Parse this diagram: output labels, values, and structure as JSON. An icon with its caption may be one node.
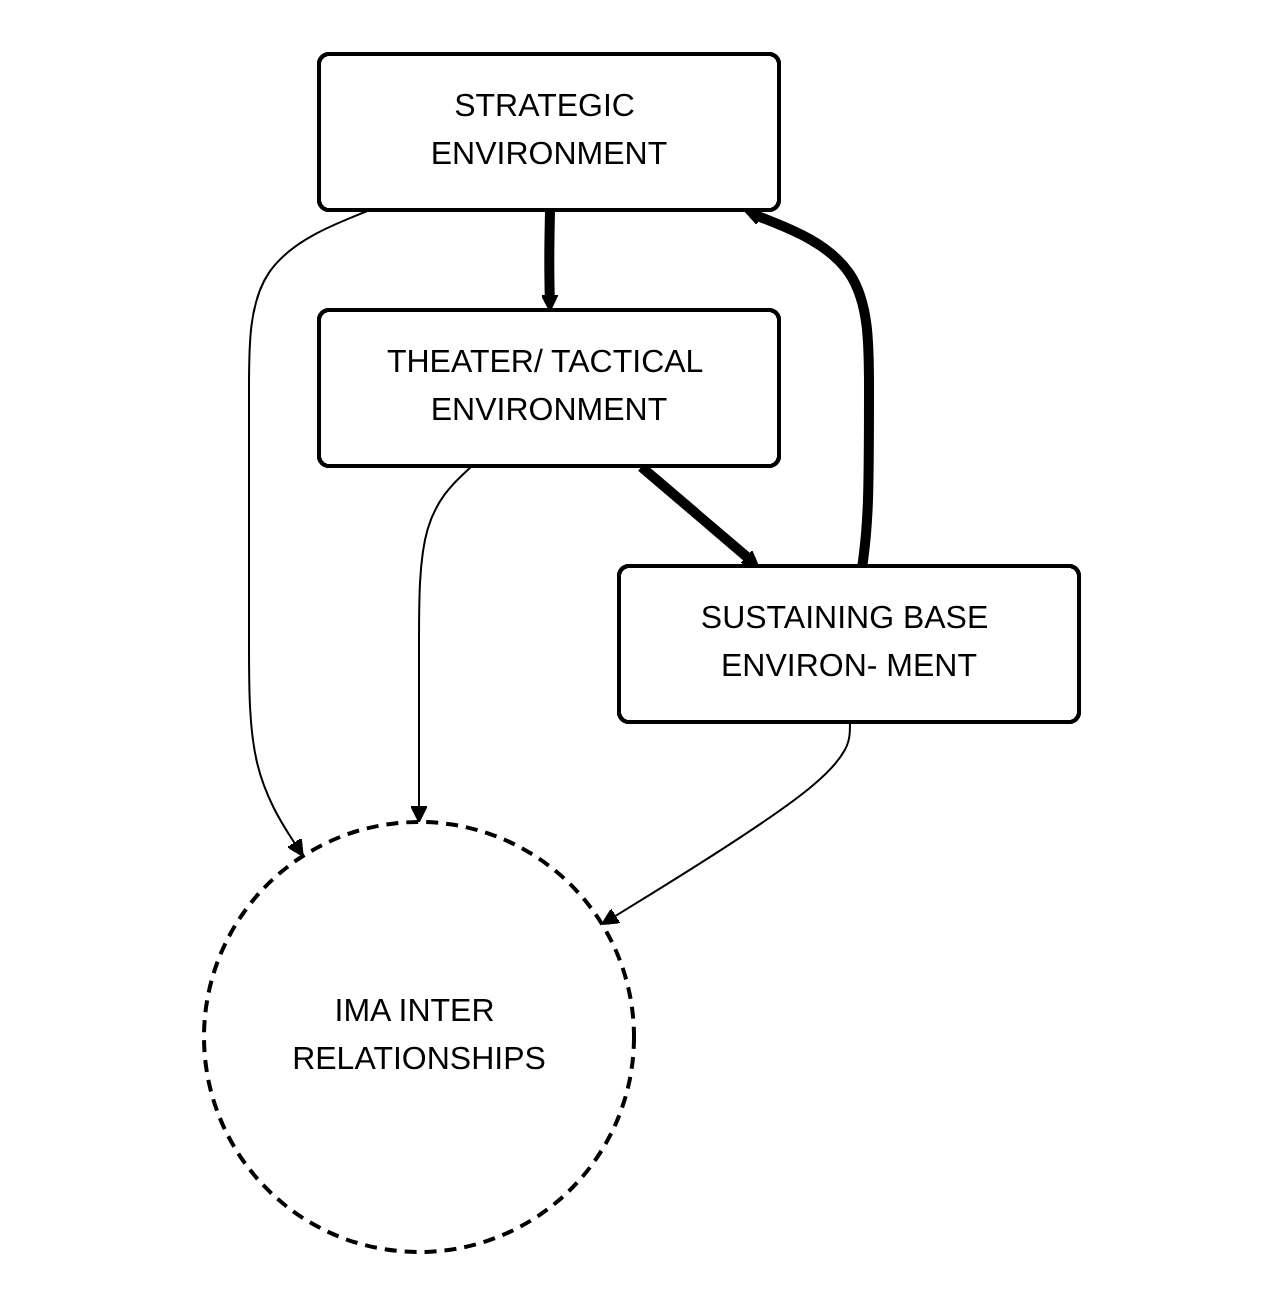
{
  "diagram": {
    "nodes": [
      {
        "text": [
          "IMA INTER RELATIONSHIPS"
        ]
      },
      {
        "text": [
          "STRATEGIC ENVIRONMENT"
        ]
      },
      {
        "text": [
          "SUSTAINING BASE ENVIRON- MENT"
        ]
      },
      {
        "text": [
          "THEATER/ TACTICAL ENVIRONMENT"
        ]
      }
    ],
    "edges": [
      {
        "from": 1,
        "to": 0,
        "arrow": "to"
      },
      {
        "from": 2,
        "to": 0,
        "arrow": "to"
      },
      {
        "from": 3,
        "to": 0,
        "arrow": "to"
      },
      {
        "from": 1,
        "to": 3,
        "arrow": "to",
        "style": "thick"
      },
      {
        "from": 3,
        "to": 2,
        "arrow": "to",
        "style": "thick"
      },
      {
        "from": 2,
        "to": 1,
        "arrow": "to",
        "style": "thick"
      }
    ]
  }
}
